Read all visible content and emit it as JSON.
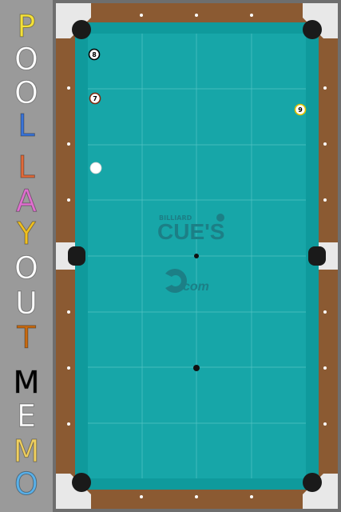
{
  "app_title_letters": [
    "P",
    "O",
    "O",
    "L",
    "L",
    "A",
    "Y",
    "O",
    "U",
    "T",
    "M",
    "E",
    "M",
    "O"
  ],
  "title_colors": [
    "#f4e13a",
    "#ffffff",
    "#ffffff",
    "#3a74d8",
    "#e06a3a",
    "#e070d0",
    "#f0c020",
    "#ffffff",
    "#ffffff",
    "#c86a10",
    "#000000",
    "#ffffff",
    "#f0d060",
    "#5ab0e8"
  ],
  "logo": {
    "small_text": "BILLIARD",
    "main_text": "CUE'S",
    "sub_text": "com",
    "color": "#1c7f86"
  },
  "colors": {
    "cloth": "#17a6a8",
    "cushion": "#0f9a9c",
    "rail_wood": "#8b5a32",
    "rail_frame": "#6e6e6e",
    "corner_plate": "#e8e8e8",
    "pocket": "#1a1a1a",
    "grid_line": "#6fd0d0"
  },
  "balls": [
    {
      "label": "8",
      "name": "ball-8",
      "fill": "#ffffff",
      "ring": "#000000",
      "text_color": "#000000"
    },
    {
      "label": "7",
      "name": "ball-7",
      "fill": "#ffffff",
      "ring": "#7a2a10",
      "text_color": "#000000"
    },
    {
      "label": "9",
      "name": "ball-9",
      "fill": "#ffffff",
      "ring": "#e0c000",
      "text_color": "#000000"
    },
    {
      "label": "",
      "name": "cue-ball",
      "fill": "#ffffff",
      "ring": "#cccccc",
      "text_color": "#000000"
    }
  ]
}
